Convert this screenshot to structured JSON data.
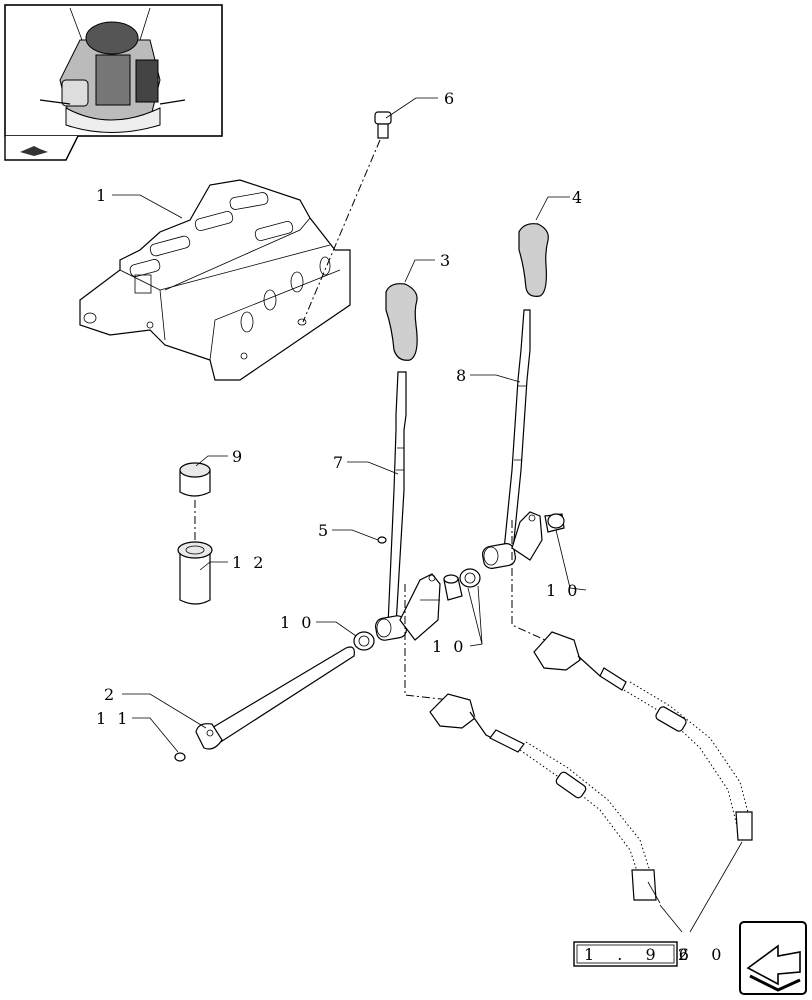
{
  "diagram": {
    "callouts": [
      {
        "id": "c1",
        "text": "1"
      },
      {
        "id": "c2",
        "text": "2"
      },
      {
        "id": "c3",
        "text": "3"
      },
      {
        "id": "c4",
        "text": "4"
      },
      {
        "id": "c5",
        "text": "5"
      },
      {
        "id": "c6",
        "text": "6"
      },
      {
        "id": "c7",
        "text": "7"
      },
      {
        "id": "c8",
        "text": "8"
      },
      {
        "id": "c9",
        "text": "9"
      },
      {
        "id": "c10a",
        "text": "1 0"
      },
      {
        "id": "c10b",
        "text": "1 0"
      },
      {
        "id": "c10c",
        "text": "1 0"
      },
      {
        "id": "c11",
        "text": "1 1"
      },
      {
        "id": "c12",
        "text": "1 2"
      }
    ],
    "reference": {
      "boxed": "1 . 9 6",
      "suffix": "2  0 2"
    }
  },
  "icons": {
    "thumbnail": "tractor-cab-thumbnail-icon",
    "orientation": "view-direction-icon",
    "next_page": "next-page-arrow-icon"
  }
}
